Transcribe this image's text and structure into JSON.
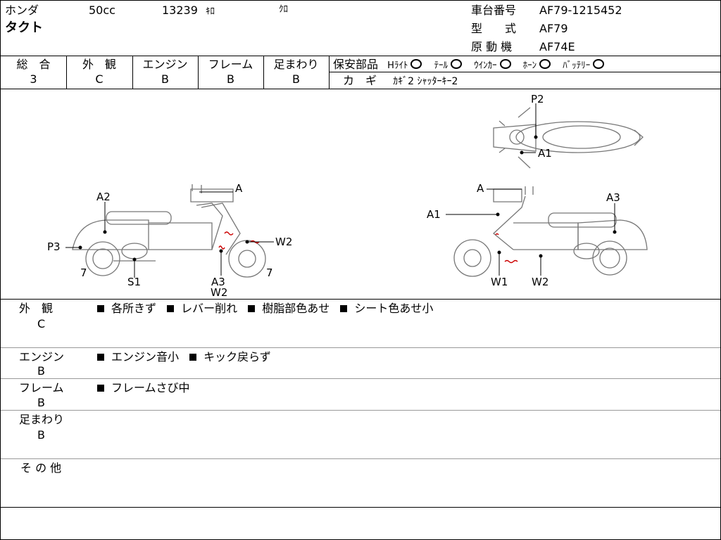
{
  "header": {
    "maker": "ホンダ",
    "displacement": "50cc",
    "mileage": "13239",
    "mileage_unit": "ｷﾛ",
    "color": "ｸﾛ",
    "model_name": "タクト",
    "frame_no_label": "車台番号",
    "frame_no": "AF79-1215452",
    "type_label": "型　　式",
    "type_value": "AF79",
    "engine_label": "原 動 機",
    "engine_value": "AF74E"
  },
  "grades": [
    {
      "label": "総　合",
      "value": "3"
    },
    {
      "label": "外　観",
      "value": "C"
    },
    {
      "label": "エンジン",
      "value": "B"
    },
    {
      "label": "フレーム",
      "value": "B"
    },
    {
      "label": "足まわり",
      "value": "B"
    }
  ],
  "equipment": {
    "label": "保安部品",
    "items": [
      {
        "name": "Hﾗｲﾄ"
      },
      {
        "name": "ﾃｰﾙ"
      },
      {
        "name": "ｳｲﾝｶｰ"
      },
      {
        "name": "ﾎｰﾝ"
      },
      {
        "name": "ﾊﾞｯﾃﾘｰ"
      }
    ],
    "keys_label": "カ　ギ",
    "keys_value": "ｶｷﾞ2 ｼｬｯﾀｰｷｰ2"
  },
  "diagram_labels": {
    "left_A": "A",
    "left_A2": "A2",
    "left_P3": "P3",
    "left_W2": "W2",
    "left_7a": "7",
    "left_S1": "S1",
    "left_A3": "A3",
    "left_W2b": "W2",
    "left_7b": "7",
    "top_P2": "P2",
    "top_A1": "A1",
    "right_A": "A",
    "right_A1": "A1",
    "right_A3": "A3",
    "right_W1": "W1",
    "right_W2": "W2"
  },
  "sections": [
    {
      "title": "外　観",
      "grade": "C",
      "notes": [
        "各所きず",
        "レバー削れ",
        "樹脂部色あせ",
        "シート色あせ小"
      ]
    },
    {
      "title": "エンジン",
      "grade": "B",
      "notes": [
        "エンジン音小",
        "キック戻らず"
      ]
    },
    {
      "title": "フレーム",
      "grade": "B",
      "notes": [
        "フレームさび中"
      ]
    },
    {
      "title": "足まわり",
      "grade": "B",
      "notes": []
    },
    {
      "title": "そ の 他",
      "grade": "",
      "notes": []
    }
  ]
}
